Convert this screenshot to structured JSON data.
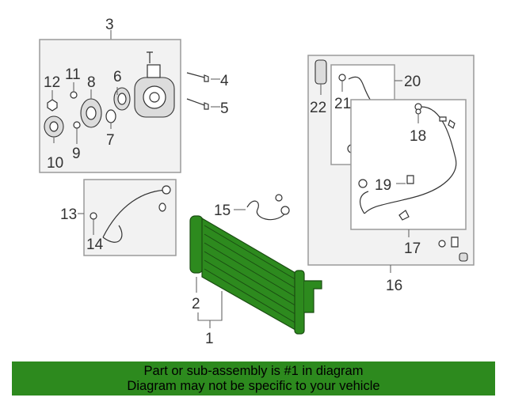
{
  "labels": {
    "p1": "1",
    "p2": "2",
    "p3": "3",
    "p4": "4",
    "p5": "5",
    "p6": "6",
    "p7": "7",
    "p8": "8",
    "p9": "9",
    "p10": "10",
    "p11": "11",
    "p12": "12",
    "p13": "13",
    "p14": "14",
    "p15": "15",
    "p16": "16",
    "p17": "17",
    "p18": "18",
    "p19": "19",
    "p20": "20",
    "p21": "21",
    "p22": "22"
  },
  "colors": {
    "condenser": "#2d8a1e",
    "banner": "#2d8a1e"
  },
  "footer": {
    "line1": "Part or sub-assembly is #1 in diagram",
    "line2": "Diagram may not be specific to your vehicle"
  }
}
